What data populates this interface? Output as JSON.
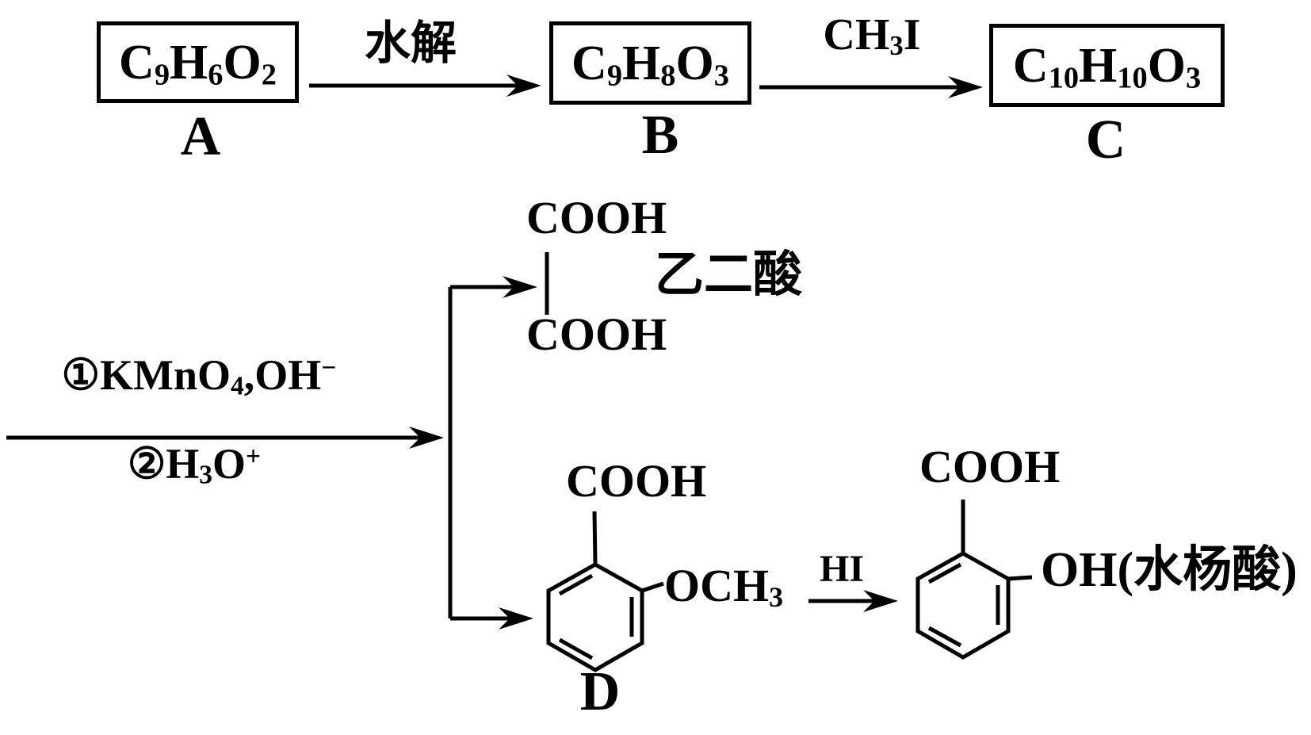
{
  "compounds": {
    "a": {
      "formula": "C_9H_6O_2",
      "label": "A"
    },
    "b": {
      "formula": "C_9H_8O_3",
      "label": "B"
    },
    "c": {
      "formula": "C_{10}H_{10}O_3",
      "label": "C"
    },
    "d": {
      "cooh": "COOH",
      "och3": "OCH_3",
      "label": "D"
    },
    "oxalic_acid": {
      "cooh_top": "COOH",
      "cooh_bottom": "COOH",
      "name": "乙二酸"
    },
    "salicylic_acid": {
      "cooh": "COOH",
      "oh": "OH",
      "name_paren": "(水杨酸)"
    }
  },
  "reagents": {
    "hydrolysis": "水解",
    "methyl_iodide": "CH_3I",
    "oxidation_step1": "①KMnO_4,OH^−",
    "oxidation_step2": "②H_3O^+",
    "hydrogen_iodide": "HI"
  },
  "colors": {
    "ink": "#000000",
    "background": "#ffffff"
  }
}
